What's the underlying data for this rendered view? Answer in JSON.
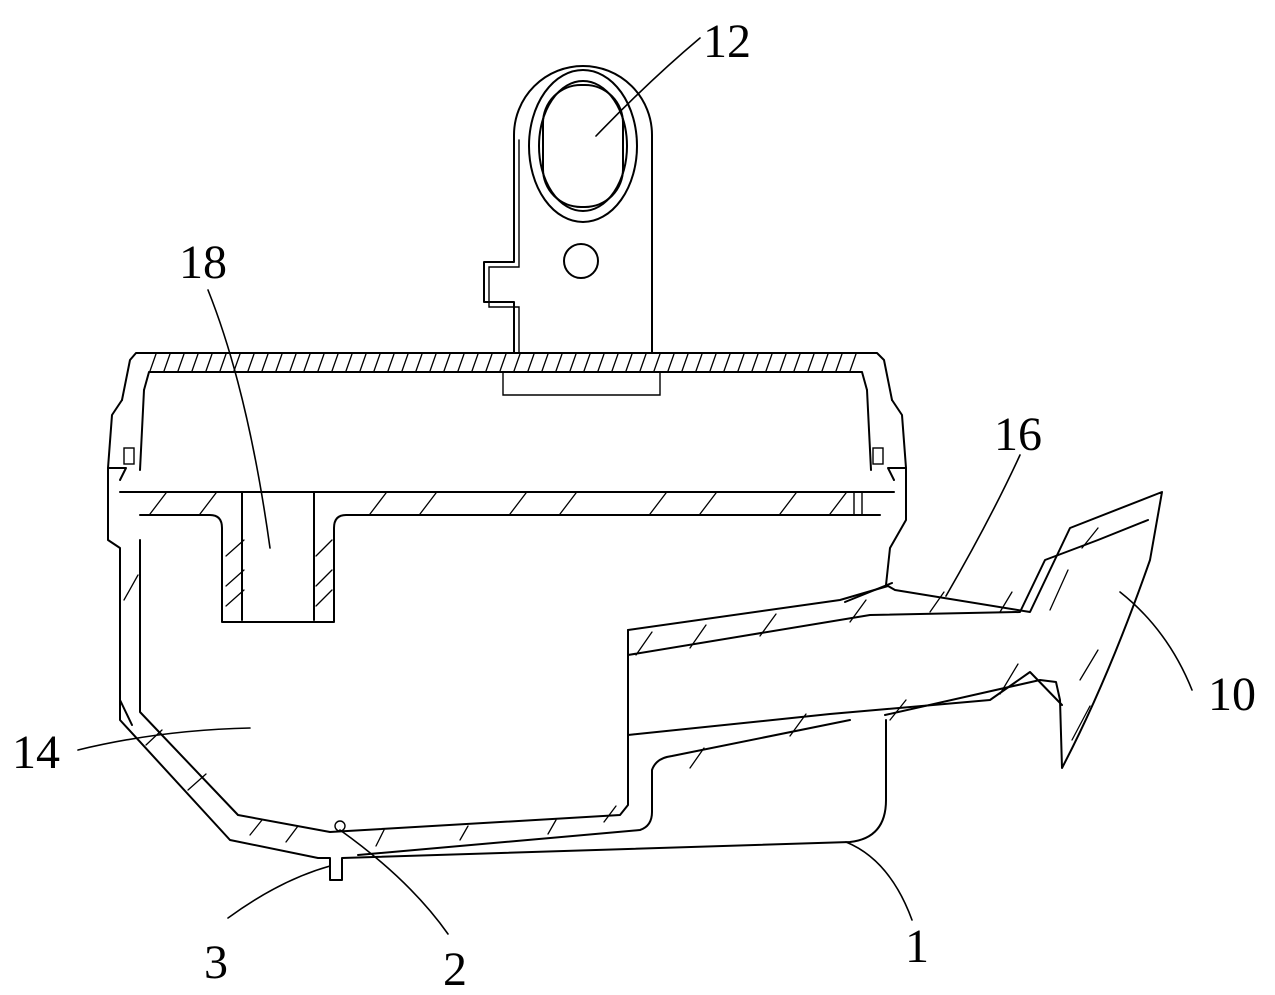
{
  "diagram": {
    "labels": {
      "l12": "12",
      "l18": "18",
      "l16": "16",
      "l10": "10",
      "l14": "14",
      "l3": "3",
      "l2": "2",
      "l1": "1"
    }
  }
}
